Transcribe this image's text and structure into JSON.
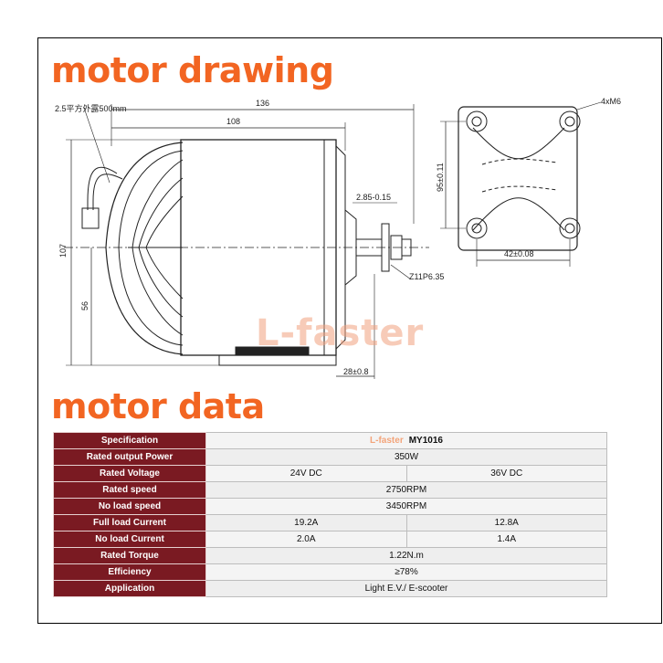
{
  "headings": {
    "drawing": "motor drawing",
    "data": "motor data"
  },
  "watermark": "L-faster",
  "drawing": {
    "dims": {
      "wire": "2.5平方外露500mm",
      "overall_length": "136",
      "body_length": "108",
      "keyway": "2.85-0.15",
      "sprocket": "Z11P6.35",
      "height": "107",
      "center_height": "56",
      "foot_width": "28±0.8",
      "bolts": "4xM6",
      "bolt_vertical": "95±0.11",
      "bolt_horizontal": "42±0.08"
    }
  },
  "table": {
    "rows": [
      {
        "label": "Specification",
        "brand": "L-faster",
        "value": "MY1016"
      },
      {
        "label": "Rated output Power",
        "value": "350W"
      },
      {
        "label": "Rated Voltage",
        "v24": "24V DC",
        "v36": "36V DC"
      },
      {
        "label": "Rated speed",
        "value": "2750RPM"
      },
      {
        "label": "No load speed",
        "value": "3450RPM"
      },
      {
        "label": "Full load Current",
        "v24": "19.2A",
        "v36": "12.8A"
      },
      {
        "label": "No load Current",
        "v24": "2.0A",
        "v36": "1.4A"
      },
      {
        "label": "Rated Torque",
        "value": "1.22N.m"
      },
      {
        "label": "Efficiency",
        "value": "≥78%"
      },
      {
        "label": "Application",
        "value": "Light E.V./ E-scooter"
      }
    ]
  },
  "colors": {
    "accent": "#f26522",
    "label_bg": "#7a1a22"
  }
}
